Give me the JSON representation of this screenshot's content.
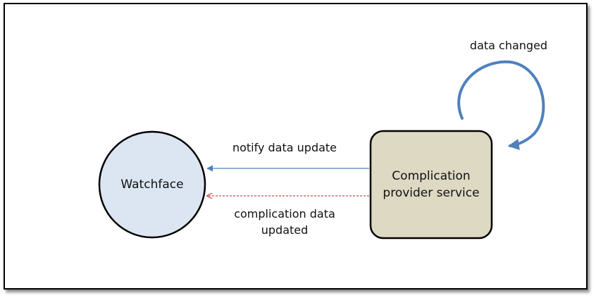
{
  "nodes": {
    "watchface": {
      "label": "Watchface"
    },
    "provider": {
      "label_line1": "Complication",
      "label_line2": "provider service"
    }
  },
  "edges": {
    "notify": {
      "label": "notify data update"
    },
    "updated": {
      "label_line1": "complication data",
      "label_line2": "updated"
    },
    "self_loop": {
      "label": "data changed"
    }
  },
  "colors": {
    "watchface_fill": "#dce6f2",
    "provider_fill": "#ddd9c3",
    "notify_arrow": "#4f81bd",
    "updated_arrow": "#c0504d",
    "loop_arrow": "#4f81bd"
  }
}
